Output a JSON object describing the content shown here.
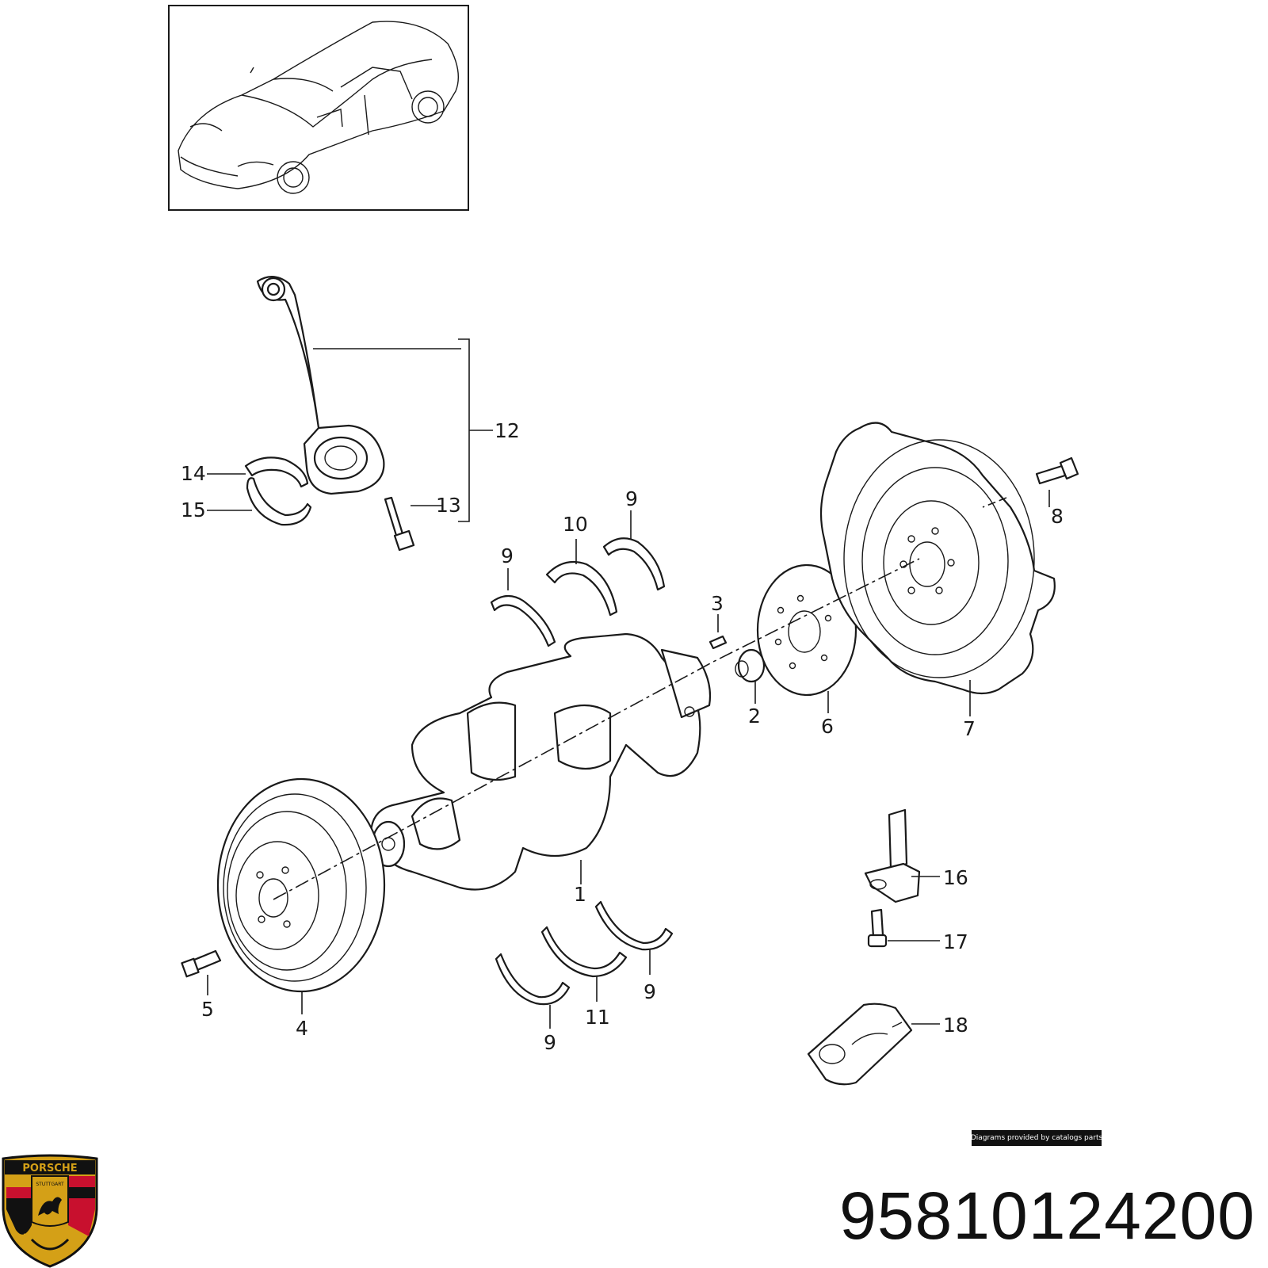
{
  "callouts": {
    "c1": "1",
    "c2": "2",
    "c3": "3",
    "c4": "4",
    "c5": "5",
    "c6": "6",
    "c7": "7",
    "c8": "8",
    "c9a": "9",
    "c9b": "9",
    "c9c": "9",
    "c9d": "9",
    "c10": "10",
    "c11": "11",
    "c12": "12",
    "c13": "13",
    "c14": "14",
    "c15": "15",
    "c16": "16",
    "c17": "17",
    "c18": "18"
  },
  "credit": "Diagrams provided by catalogs parts",
  "part_number": "95810124200",
  "logo": {
    "brand": "PORSCHE",
    "city": "STUTTGART",
    "colors": [
      "#c8102e",
      "#000000",
      "#d4a017"
    ]
  }
}
